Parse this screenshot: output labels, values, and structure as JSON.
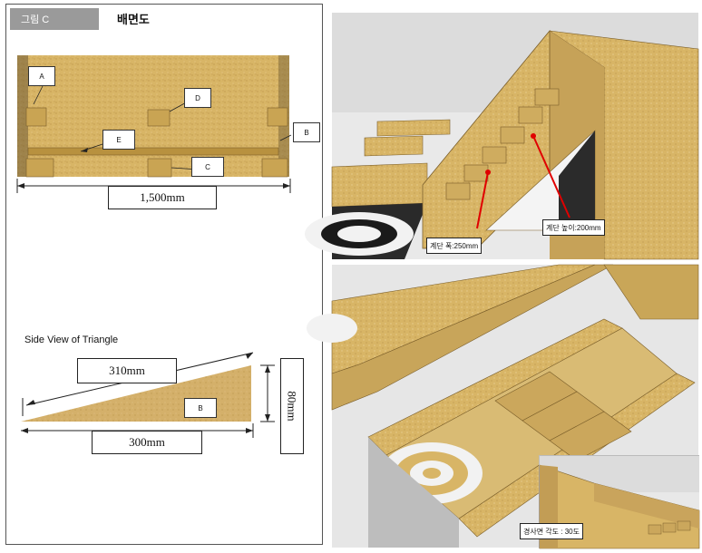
{
  "left_panel": {
    "figure_tag": "그림 C",
    "title": "배면도",
    "labels": {
      "a": "A",
      "b": "B",
      "c": "C",
      "d": "D",
      "e": "E"
    },
    "width_dimension": "1,500mm",
    "triangle": {
      "heading": "Side View of Triangle",
      "hypotenuse": "310mm",
      "base": "300mm",
      "height": "80mm",
      "label": "B"
    }
  },
  "photos": {
    "step_width_label": "계단 폭:250mm",
    "step_height_label": "계단 높이:200mm",
    "slope_angle_label": "경사면 각도 : 30도"
  },
  "colors": {
    "wood": "#d8b566",
    "wood_dark": "#a9843e",
    "shadow": "#5a4a2a",
    "sky": "#dcdcdc",
    "target_black": "#1a1a1a",
    "pointer_red": "#e00000"
  }
}
